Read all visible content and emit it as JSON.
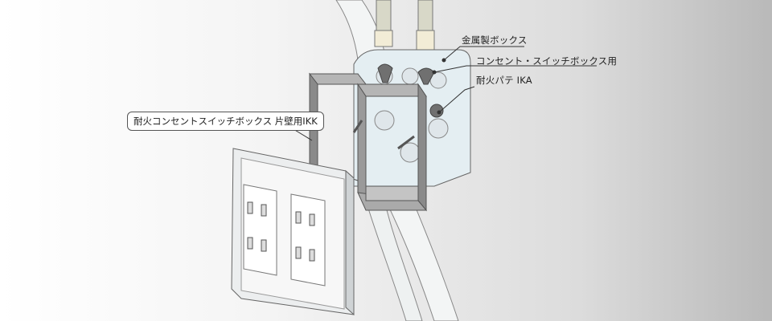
{
  "labels": {
    "metal_box": "金属製ボックス",
    "putty_for": "コンセント・スイッチボックス用",
    "putty_name": "耐火パテ IKA",
    "product": "耐火コンセントスイッチボックス 片壁用IKK"
  },
  "colors": {
    "line": "#333333",
    "frame": "#9a9a9a",
    "box": "#e6eef2"
  }
}
